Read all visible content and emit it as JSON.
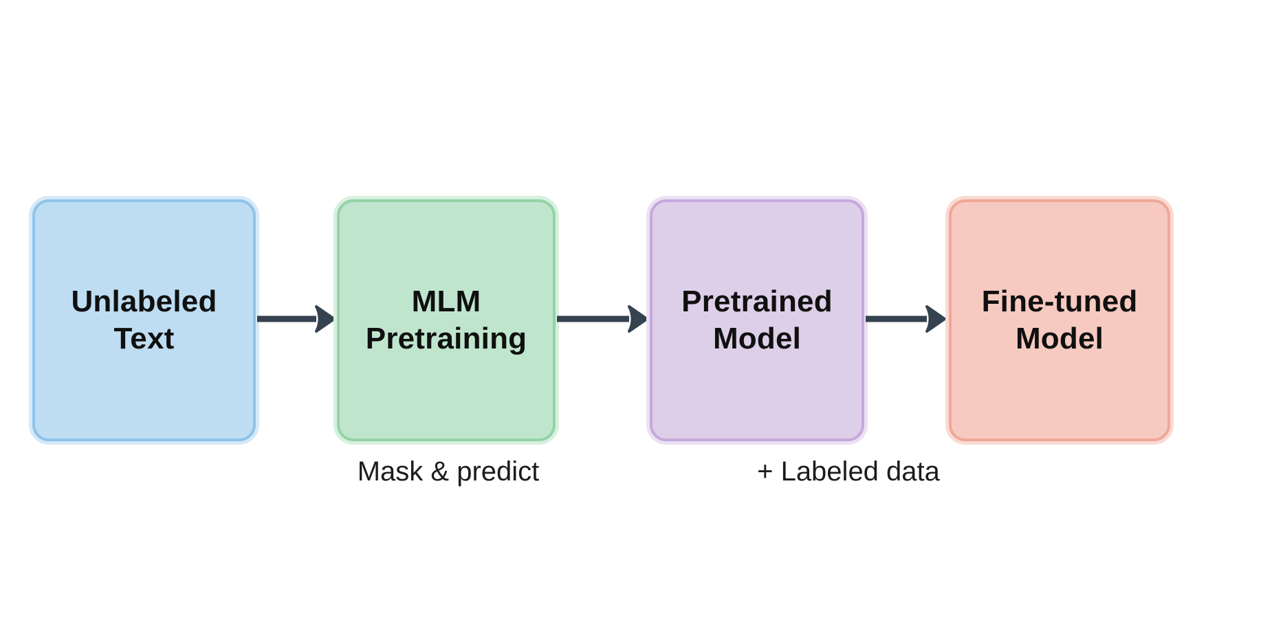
{
  "diagram": {
    "background_color": "#ffffff",
    "arrow_color": "#35424F",
    "text_color": "#101010",
    "nodes": [
      {
        "name": "unlabeled-text",
        "line1": "Unlabeled",
        "line2": "Text",
        "fill": "#BEDDF2",
        "border": "#8FC3EA",
        "halo": "#D6E9F8"
      },
      {
        "name": "mlm-pretraining",
        "line1": "MLM",
        "line2": "Pretraining",
        "fill": "#C0E5CD",
        "border": "#93D3A8",
        "halo": "#D8F0DF"
      },
      {
        "name": "pretrained-model",
        "line1": "Pretrained",
        "line2": "Model",
        "fill": "#DECFE9",
        "border": "#C5A8DC",
        "halo": "#EBE1F3"
      },
      {
        "name": "fine-tuned-model",
        "line1": "Fine-tuned",
        "line2": "Model",
        "fill": "#F6CAC0",
        "border": "#F0A797",
        "halo": "#FADBD4"
      }
    ],
    "annotations": [
      {
        "name": "mask-predict",
        "text": "Mask & predict"
      },
      {
        "name": "labeled-data",
        "text": "+ Labeled data"
      }
    ]
  }
}
